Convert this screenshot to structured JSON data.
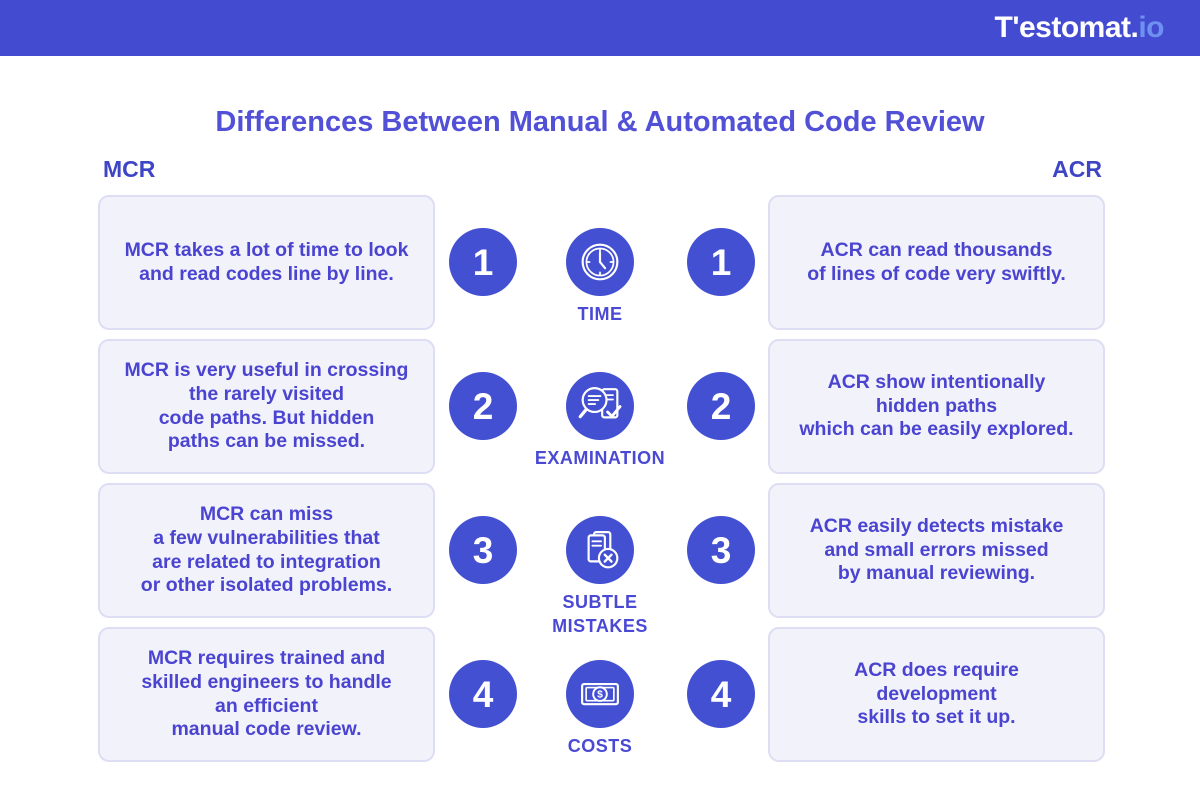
{
  "header": {
    "logo_text": "T'estomat.",
    "logo_suffix": "io",
    "bar_color": "#434BD0"
  },
  "title": "Differences Between Manual & Automated Code Review",
  "columns": {
    "left_label": "MCR",
    "right_label": "ACR"
  },
  "rows": [
    {
      "number": "1",
      "category": "TIME",
      "icon": "clock-icon",
      "mcr": "MCR takes a lot of time to look\nand read codes line by line.",
      "acr": "ACR can read thousands\nof lines of code very swiftly."
    },
    {
      "number": "2",
      "category": "EXAMINATION",
      "icon": "magnifier-document-icon",
      "mcr": "MCR is very useful in crossing\nthe rarely visited\ncode paths. But hidden\npaths can be missed.",
      "acr": "ACR show intentionally\nhidden paths\nwhich can be easily explored."
    },
    {
      "number": "3",
      "category": "SUBTLE\nMISTAKES",
      "icon": "document-error-icon",
      "mcr": "MCR can miss\na few vulnerabilities that\nare related to integration\nor other isolated problems.",
      "acr": "ACR easily detects mistake\nand small errors missed\nby manual reviewing."
    },
    {
      "number": "4",
      "category": "COSTS",
      "icon": "money-icon",
      "mcr": "MCR requires trained and\nskilled engineers to handle\nan efficient\nmanual code review.",
      "acr": "ACR does require\ndevelopment\nskills to set it up."
    }
  ],
  "colors": {
    "header_bar": "#434BD0",
    "accent_blue": "#4450D2",
    "text_blue": "#4A44D0",
    "card_bg": "#F2F2FB",
    "card_border": "#DDDDF4",
    "logo_io": "#6E90F0"
  }
}
